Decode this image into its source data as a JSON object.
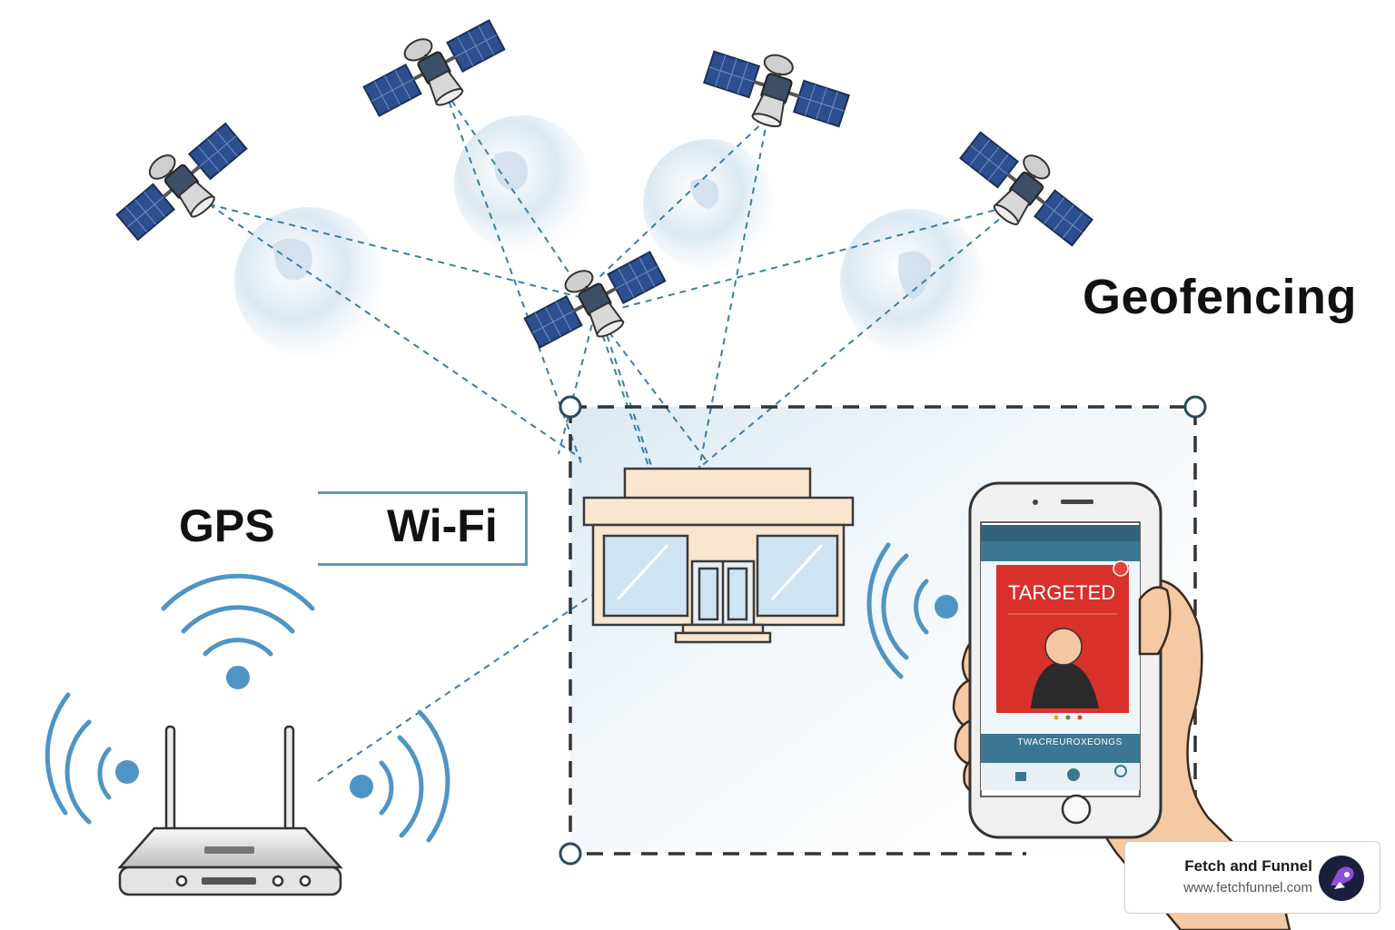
{
  "labels": {
    "title": "Geofencing",
    "gps": "GPS",
    "wifi": "Wi-Fi"
  },
  "phone": {
    "promo_title": "TARGETED",
    "promo_caption": "TWACREUROXEONGS"
  },
  "watermark": {
    "name": "Fetch and Funnel",
    "url": "www.fetchfunnel.com"
  },
  "colors": {
    "line": "#3a7fa5",
    "signal": "#4f95c4",
    "panel": "#2d4f8f",
    "promo_red": "#d8312a",
    "store": "#f8e6cf",
    "fence": "#333333"
  }
}
